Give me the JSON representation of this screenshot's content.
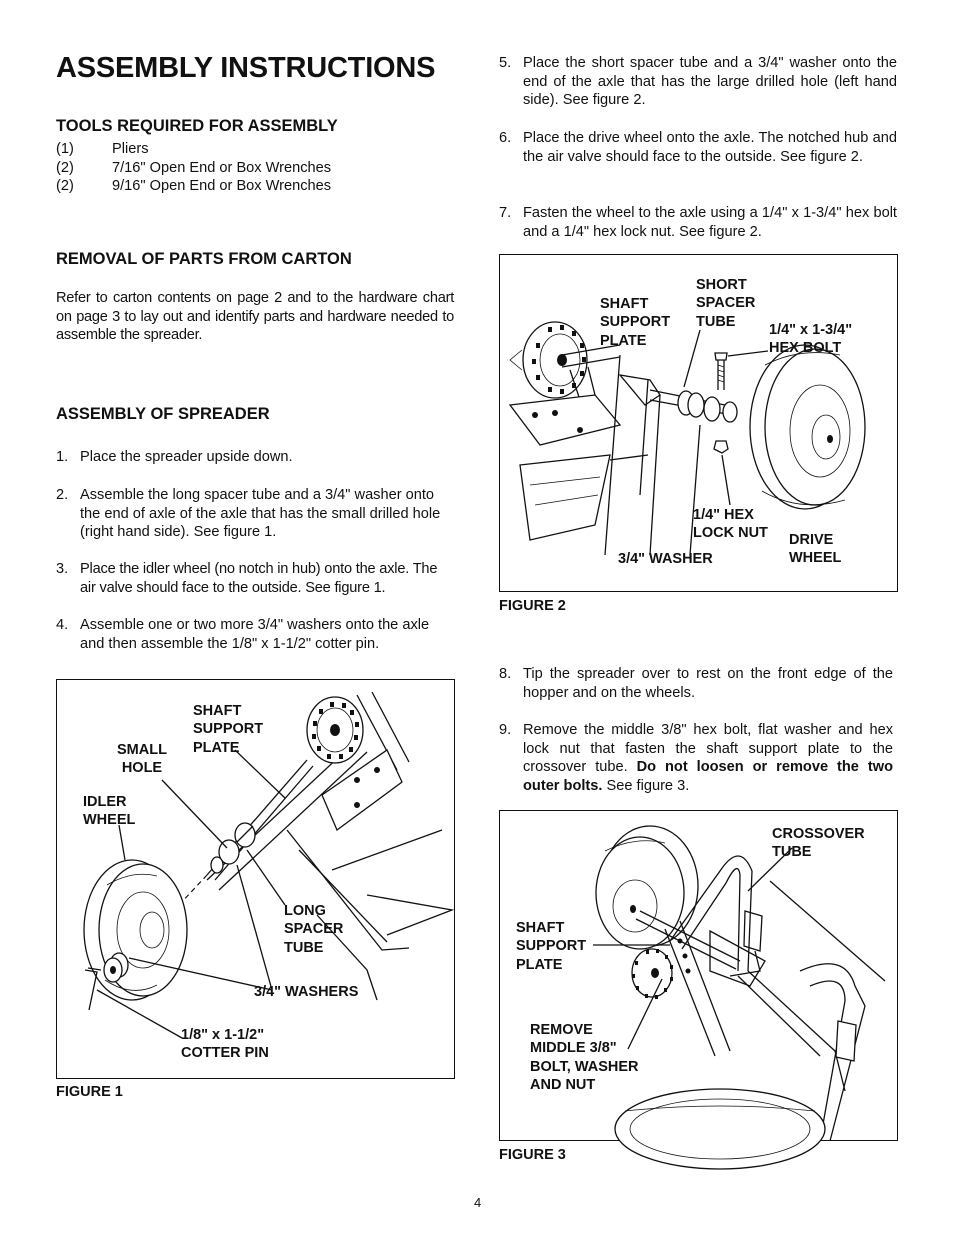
{
  "title": "ASSEMBLY INSTRUCTIONS",
  "tools": {
    "heading": "TOOLS REQUIRED FOR ASSEMBLY",
    "items": [
      {
        "qty": "(1)",
        "name": "Pliers"
      },
      {
        "qty": "(2)",
        "name": "7/16\" Open End or Box Wrenches"
      },
      {
        "qty": "(2)",
        "name": "9/16\" Open End or Box Wrenches"
      }
    ]
  },
  "removal": {
    "heading": "REMOVAL OF PARTS FROM CARTON",
    "text": "Refer to carton contents on page 2 and to the hardware chart on page 3 to lay out and identify parts and hardware needed to assemble the spreader."
  },
  "assembly": {
    "heading": "ASSEMBLY OF SPREADER",
    "steps": [
      {
        "num": "1.",
        "text": "Place the spreader upside down."
      },
      {
        "num": "2.",
        "text": "Assemble the long spacer tube and a 3/4\" washer onto the end of axle of the axle that has the small drilled hole (right hand side).  See figure 1."
      },
      {
        "num": "3.",
        "text": "Place the idler wheel (no notch in hub) onto the axle. The air valve should face to the outside.  See figure 1."
      },
      {
        "num": "4.",
        "text": "Assemble one or two more 3/4\" washers onto the axle and then assemble the 1/8\" x 1-1/2\" cotter pin."
      },
      {
        "num": "5.",
        "text": "Place the short spacer tube and a 3/4\" washer onto the end of the axle that has the large drilled hole (left hand side). See figure 2."
      },
      {
        "num": "6.",
        "text": "Place the drive wheel onto the axle. The notched hub and the air valve should face to the outside. See figure 2."
      },
      {
        "num": "7.",
        "text": "Fasten the wheel to the axle using a 1/4\" x 1-3/4\"  hex bolt and a 1/4\" hex lock nut. See figure 2."
      },
      {
        "num": "8.",
        "text": "Tip the spreader over to rest on the front edge of the hopper and on the wheels."
      },
      {
        "num": "9.",
        "text_before": "Remove the middle 3/8\" hex bolt, flat washer and hex lock nut that fasten the shaft support plate to the crossover tube. ",
        "text_bold": "Do not loosen or remove the two outer bolts.",
        "text_after": " See figure 3."
      }
    ]
  },
  "figure1": {
    "caption": "FIGURE 1",
    "labels": {
      "shaft_support_plate": "SHAFT\nSUPPORT\nPLATE",
      "small_hole": "SMALL\nHOLE",
      "idler_wheel": "IDLER\nWHEEL",
      "long_spacer_tube": "LONG\nSPACER\nTUBE",
      "washers": "3/4\" WASHERS",
      "cotter_pin": "1/8\" x 1-1/2\"\nCOTTER PIN"
    }
  },
  "figure2": {
    "caption": "FIGURE 2",
    "labels": {
      "short_spacer_tube": "SHORT\nSPACER\nTUBE",
      "shaft_support_plate": "SHAFT\nSUPPORT\nPLATE",
      "hex_bolt": "1/4\" x 1-3/4\"\nHEX BOLT",
      "hex_lock_nut": "1/4\" HEX\nLOCK NUT",
      "drive_wheel": "DRIVE\nWHEEL",
      "washer": "3/4\" WASHER"
    }
  },
  "figure3": {
    "caption": "FIGURE 3",
    "labels": {
      "crossover_tube": "CROSSOVER\nTUBE",
      "shaft_support_plate": "SHAFT\nSUPPORT\nPLATE",
      "remove": "REMOVE\nMIDDLE 3/8\"\nBOLT, WASHER\nAND NUT"
    }
  },
  "page_number": "4"
}
